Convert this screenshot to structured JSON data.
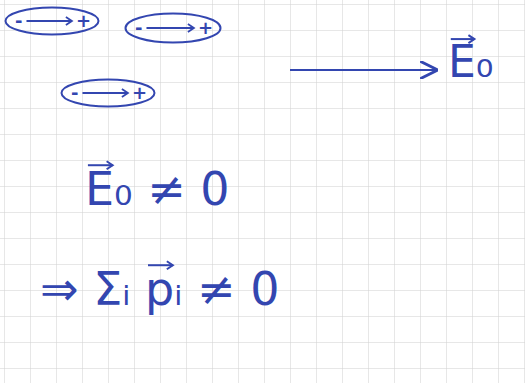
{
  "diagram": {
    "nodes": [
      {
        "text": [
          "-",
          "+"
        ]
      },
      {
        "text": [
          "-",
          "+"
        ]
      },
      {
        "text": [
          "-",
          "+"
        ]
      }
    ],
    "labels": [
      "E₀",
      "E₀ ≠ 0",
      "⇒ Σᵢ pᵢ ≠ 0"
    ]
  }
}
